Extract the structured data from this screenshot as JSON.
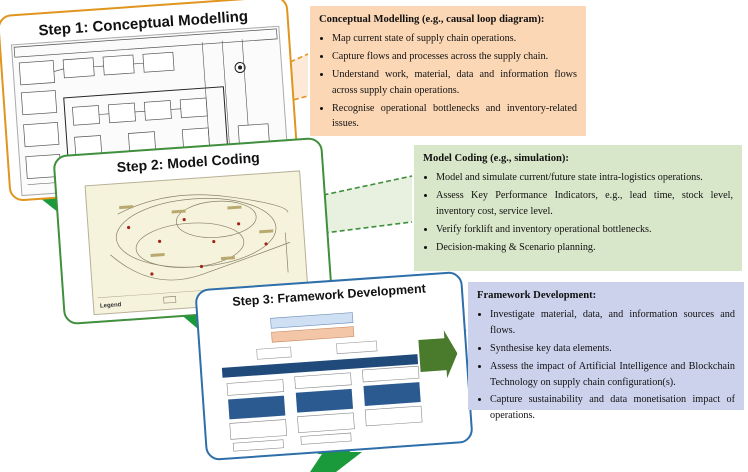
{
  "colors": {
    "step1_border": "#e0951f",
    "step2_border": "#3f8f3c",
    "step3_border": "#2e6faa",
    "box1_bg": "#fbd7b6",
    "box2_bg": "#d8e6c9",
    "box3_bg": "#ccd2ec",
    "flow_arrow": "#1a9a3a"
  },
  "steps": [
    {
      "title": "Step 1: Conceptual Modelling",
      "thumbnail": "process flow diagram"
    },
    {
      "title": "Step 2: Model Coding",
      "thumbnail": "simulation model",
      "legend": "Legend"
    },
    {
      "title": "Step 3: Framework Development",
      "thumbnail": "framework diagram"
    }
  ],
  "boxes": [
    {
      "heading": "Conceptual Modelling (e.g., causal loop diagram):",
      "items": [
        "Map current state of supply chain operations.",
        "Capture flows and processes across the supply chain.",
        "Understand work, material, data and information flows across supply chain operations.",
        "Recognise operational bottlenecks and inventory-related issues."
      ]
    },
    {
      "heading": "Model Coding (e.g., simulation):",
      "items": [
        "Model and simulate current/future state intra-logistics operations.",
        "Assess Key Performance Indicators, e.g., lead time, stock level, inventory cost, service level.",
        "Verify forklift and inventory operational bottlenecks.",
        "Decision-making & Scenario planning."
      ]
    },
    {
      "heading": "Framework Development:",
      "items": [
        "Investigate material, data, and information sources and flows.",
        "Synthesise key data elements.",
        "Assess the impact of Artificial Intelligence and Blockchain Technology on supply chain configuration(s).",
        "Capture sustainability and data monetisation impact of operations."
      ]
    }
  ]
}
